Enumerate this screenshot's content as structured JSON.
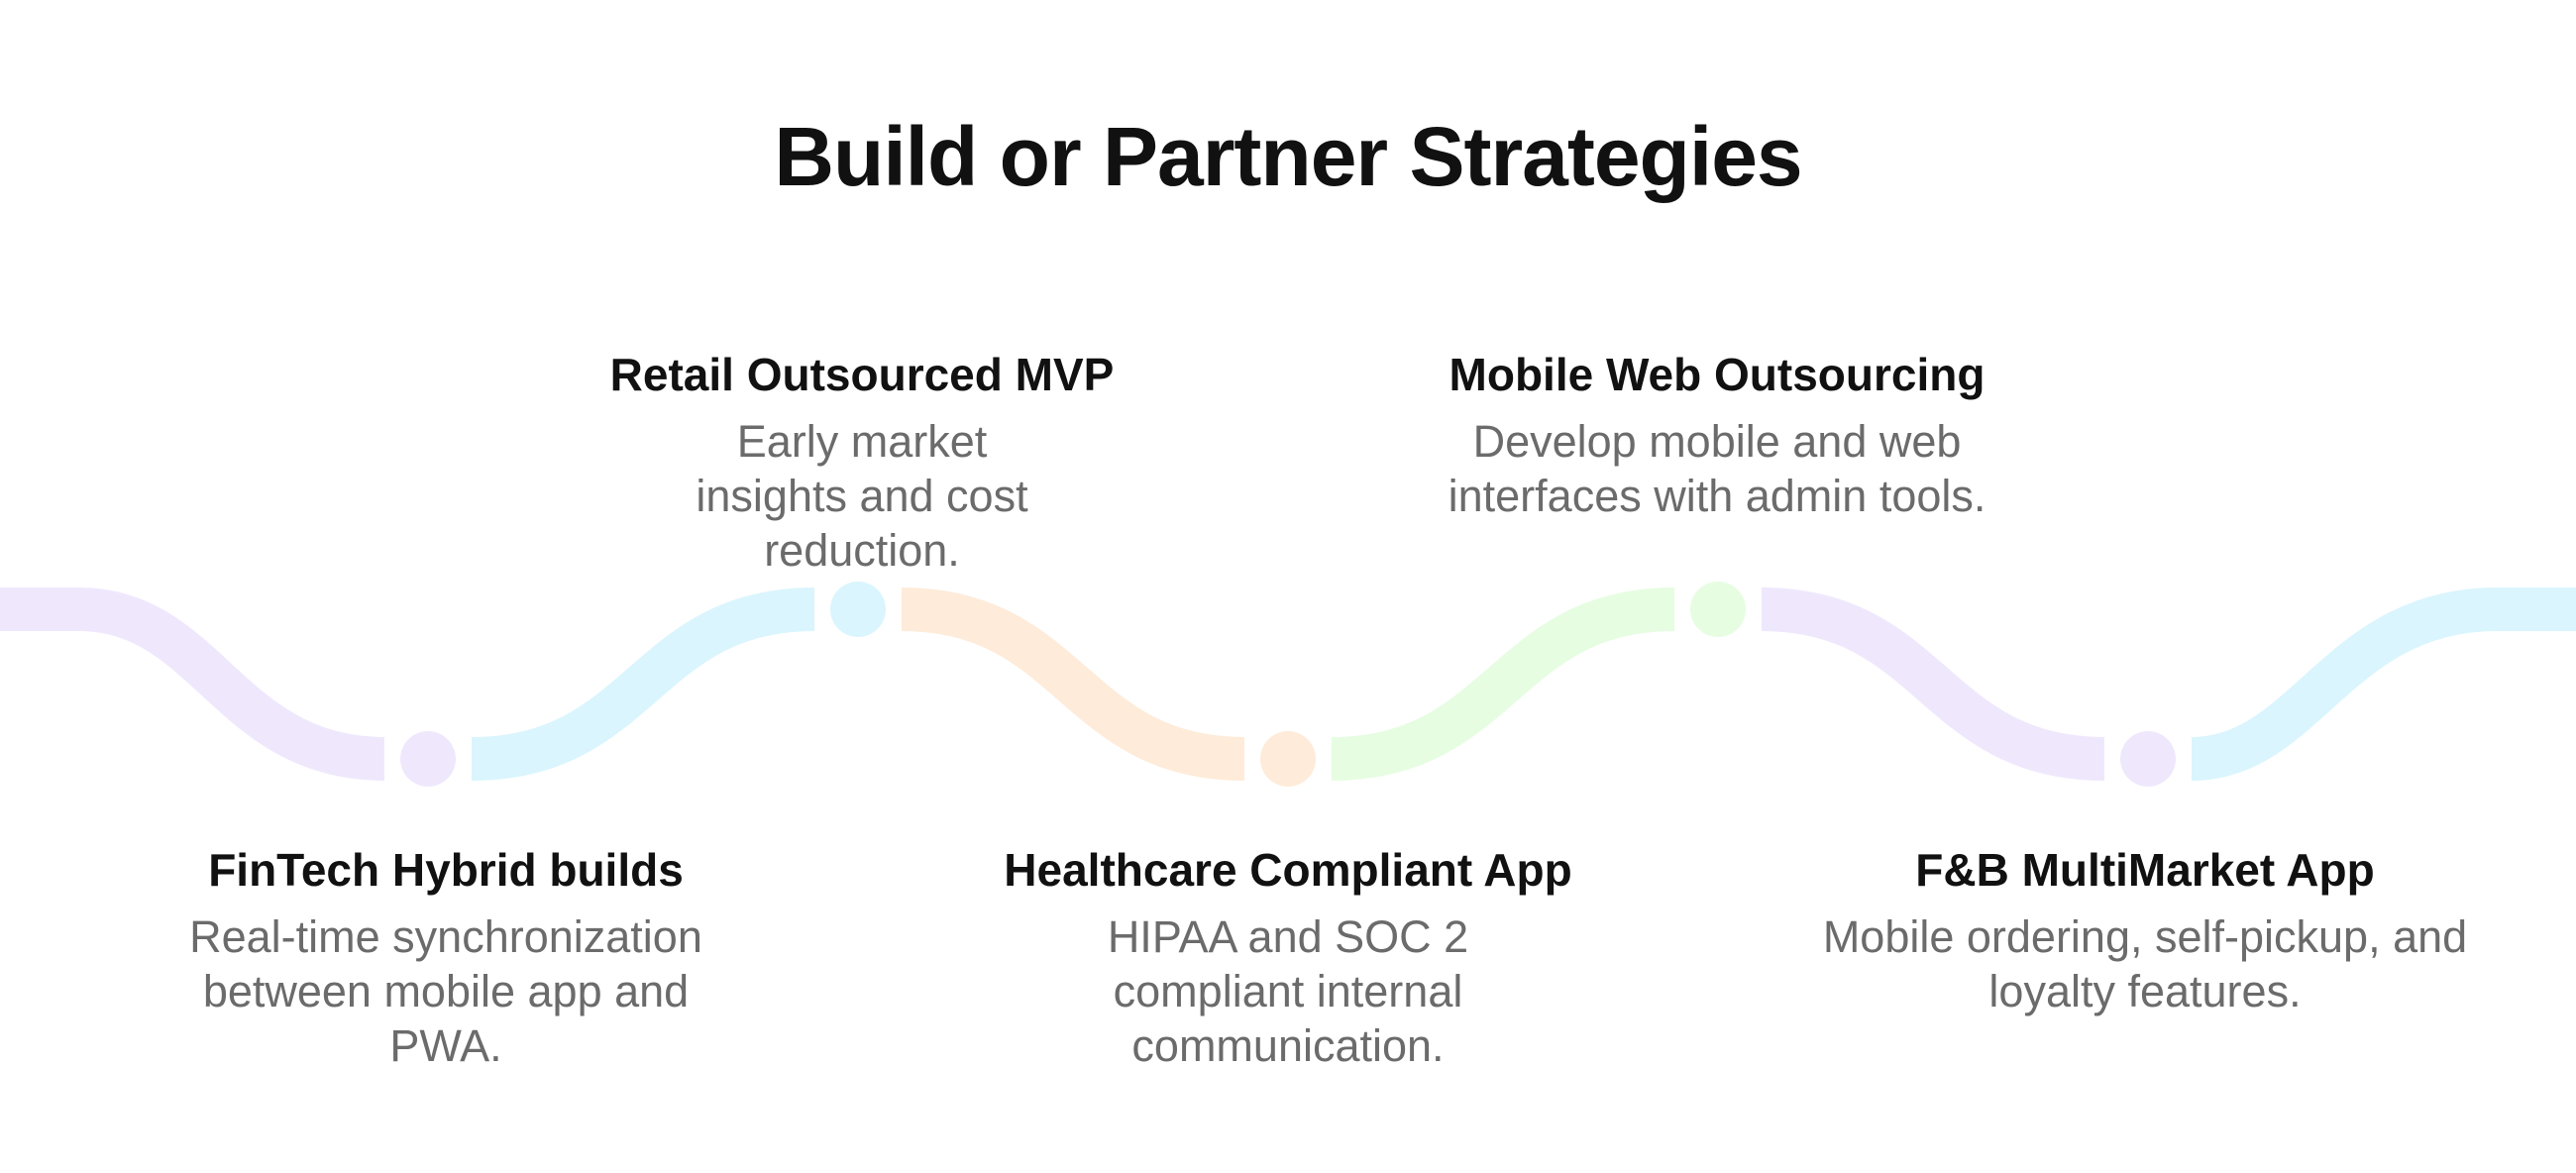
{
  "page": {
    "title": "Build or Partner Strategies"
  },
  "strategies": [
    {
      "title": "FinTech Hybrid builds",
      "description": "Real-time synchronization between mobile app and PWA.",
      "color": "#e4dcfb",
      "position": "bottom"
    },
    {
      "title": "Retail Outsourced MVP",
      "description": "Early market insights and cost reduction.",
      "color": "#d2f3fb",
      "position": "top"
    },
    {
      "title": "Healthcare Compliant App",
      "description": "HIPAA and SOC 2 compliant internal communication.",
      "color": "#fde3c8",
      "position": "bottom"
    },
    {
      "title": "Mobile Web Outsourcing",
      "description": "Develop mobile and web interfaces with admin tools.",
      "color": "#dcfbd6",
      "position": "top"
    },
    {
      "title": "F&B MultiMarket App",
      "description": "Mobile ordering, self-pickup, and loyalty features.",
      "color": "#e4dcfb",
      "position": "bottom"
    }
  ],
  "wave": {
    "segment_colors": [
      "#efe8fd",
      "#daf5fd",
      "#feebd9",
      "#e6fde2",
      "#efe8fd",
      "#daf5fd"
    ],
    "node_colors": [
      "#efe8fd",
      "#daf5fd",
      "#feebd9",
      "#e6fde2",
      "#efe8fd"
    ]
  }
}
